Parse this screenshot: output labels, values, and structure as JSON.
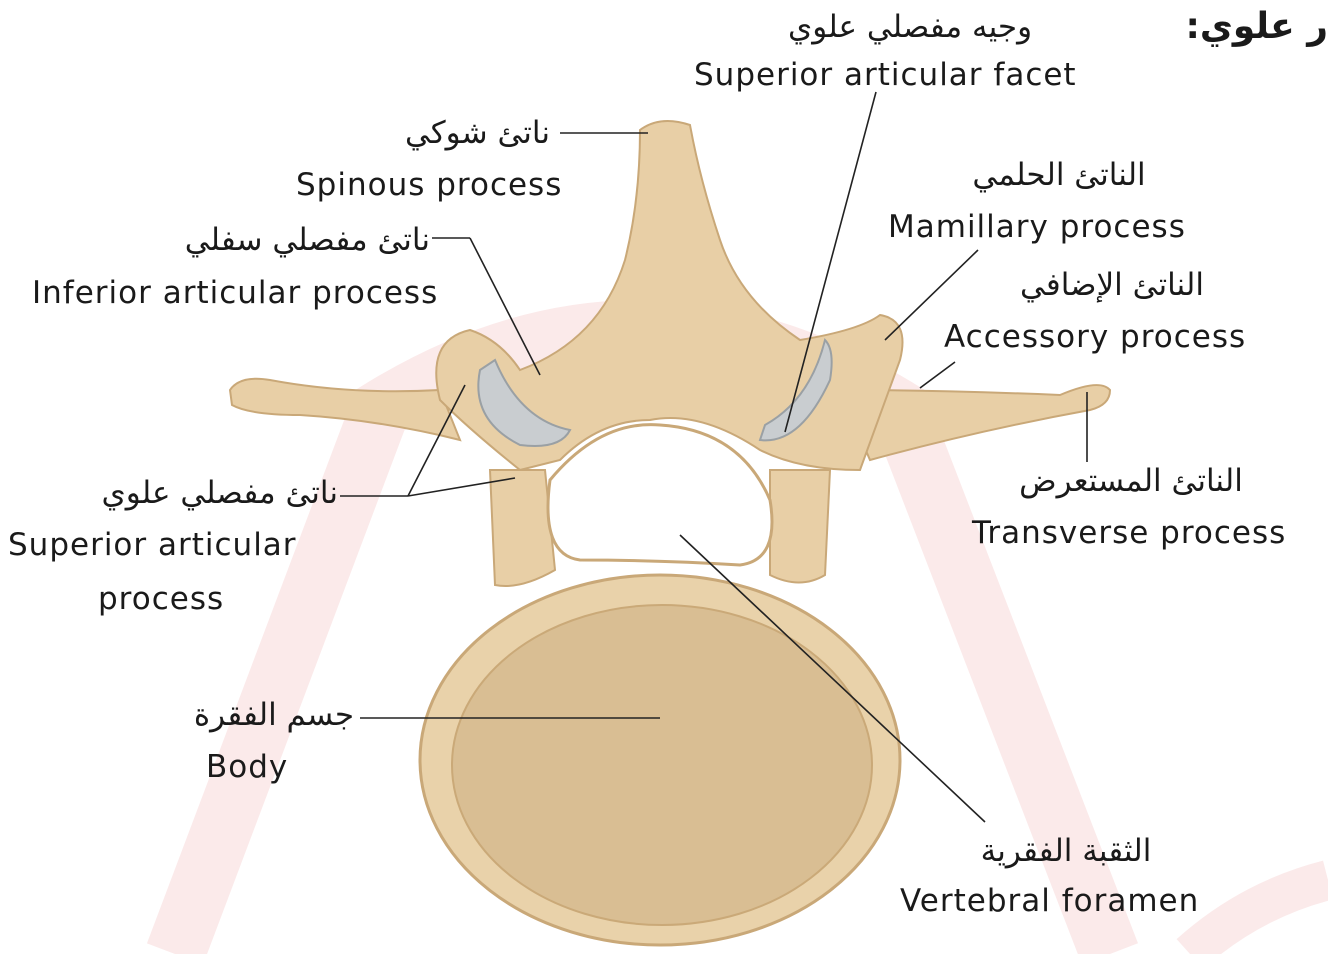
{
  "heading": "ر علوي:",
  "labels": {
    "superior_articular_facet": {
      "ar": "وجيه مفصلي علوي",
      "en": "Superior articular facet"
    },
    "spinous_process": {
      "ar": "ناتئ شوكي",
      "en": "Spinous process"
    },
    "inferior_articular_process": {
      "ar": "ناتئ مفصلي سفلي",
      "en": "Inferior articular process"
    },
    "mamillary_process": {
      "ar": "الناتئ الحلمي",
      "en": "Mamillary process"
    },
    "accessory_process": {
      "ar": "الناتئ الإضافي",
      "en": "Accessory process"
    },
    "transverse_process": {
      "ar": "الناتئ المستعرض",
      "en": "Transverse process"
    },
    "superior_articular_process": {
      "ar": "ناتئ مفصلي علوي",
      "en_line1": "Superior articular",
      "en_line2": "process"
    },
    "body": {
      "ar": "جسم الفقرة",
      "en": "Body"
    },
    "vertebral_foramen": {
      "ar": "الثقبة الفقرية",
      "en": "Vertebral foramen"
    }
  },
  "colors": {
    "bone": "#e8cfa6",
    "bone_dark": "#c9a878",
    "cartilage": "#c9cdd0",
    "watermark": "#fbeaea",
    "text": "#1a1a1a"
  }
}
